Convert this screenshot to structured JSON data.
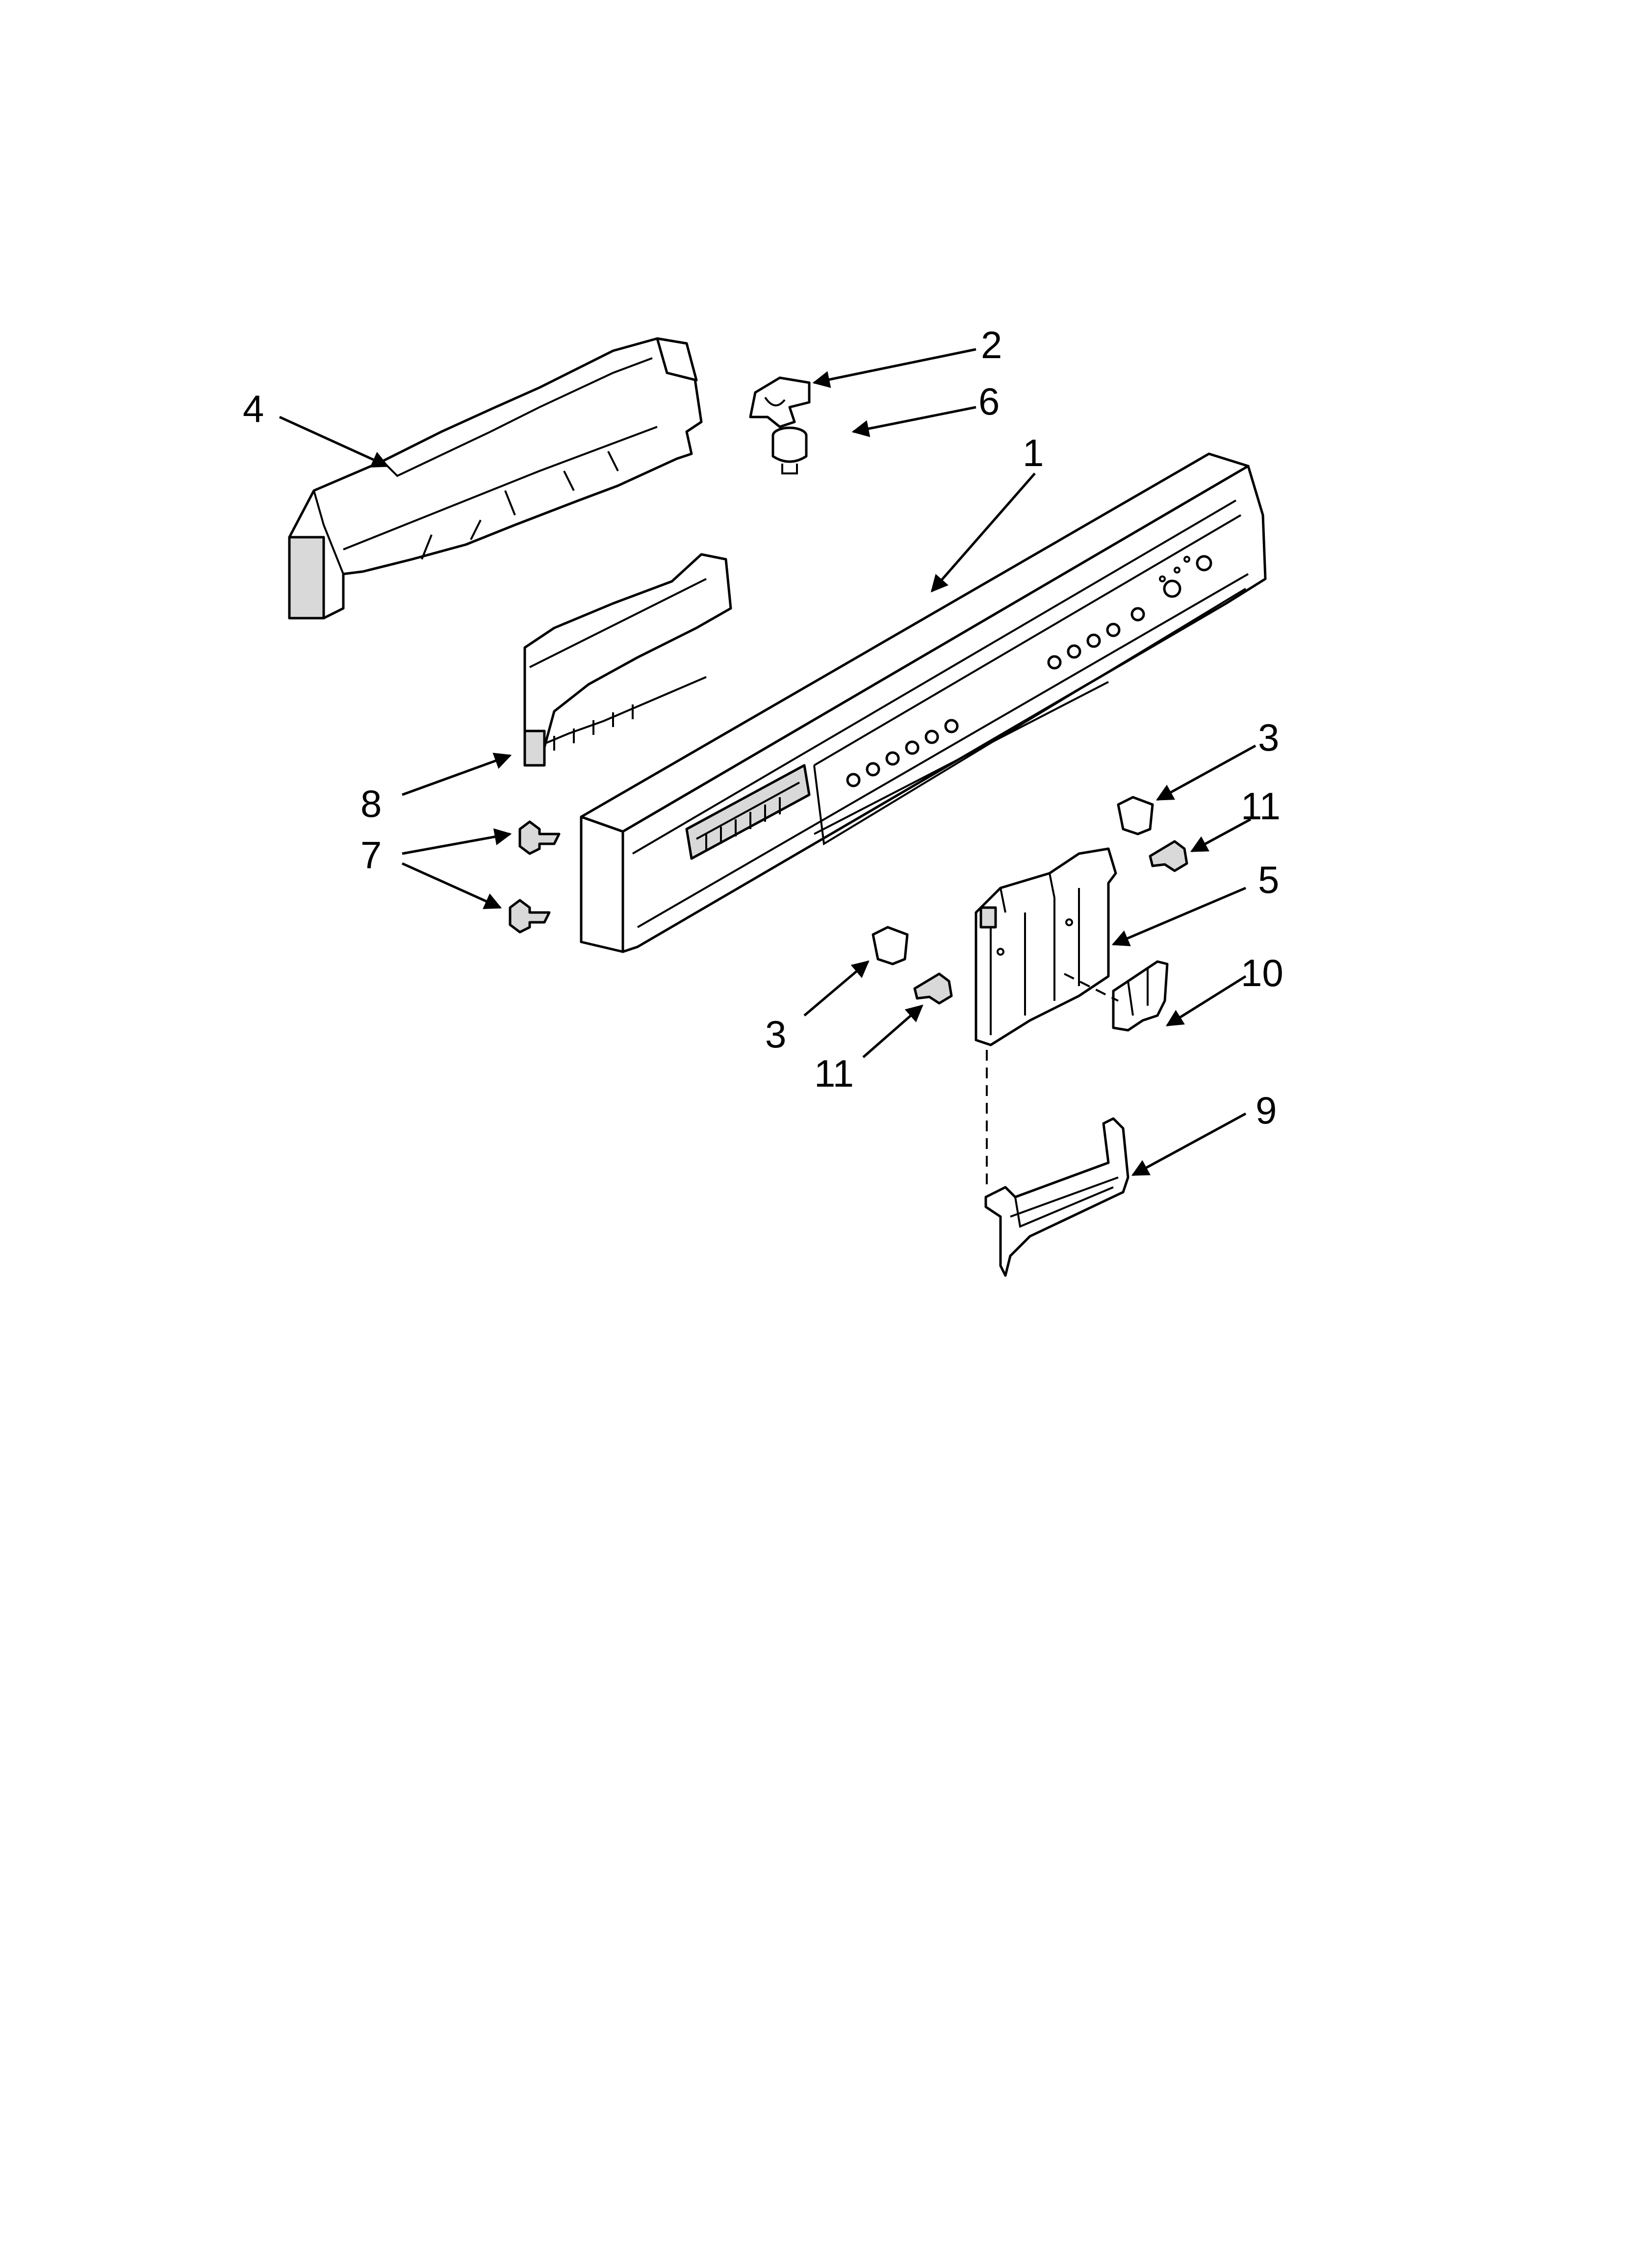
{
  "diagram": {
    "callouts": [
      {
        "id": "c1",
        "label": "1"
      },
      {
        "id": "c2",
        "label": "2"
      },
      {
        "id": "c3a",
        "label": "3"
      },
      {
        "id": "c3b",
        "label": "3"
      },
      {
        "id": "c4",
        "label": "4"
      },
      {
        "id": "c5",
        "label": "5"
      },
      {
        "id": "c6",
        "label": "6"
      },
      {
        "id": "c7",
        "label": "7"
      },
      {
        "id": "c8",
        "label": "8"
      },
      {
        "id": "c9",
        "label": "9"
      },
      {
        "id": "c10",
        "label": "10"
      },
      {
        "id": "c11a",
        "label": "11"
      },
      {
        "id": "c11b",
        "label": "11"
      }
    ]
  }
}
